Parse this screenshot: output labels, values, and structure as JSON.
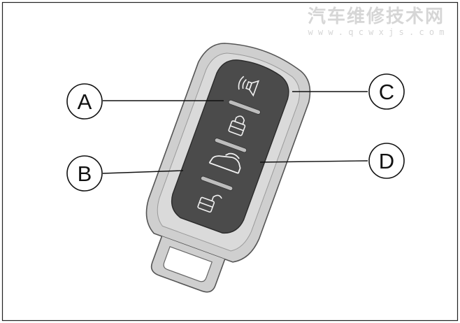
{
  "watermark": {
    "title": "汽车维修技术网",
    "subtitle": "w w w . q c w x j s . c o m"
  },
  "callouts": {
    "a": "A",
    "b": "B",
    "c": "C",
    "d": "D"
  },
  "buttons": [
    {
      "label": "",
      "icon": "horn-alarm-icon"
    },
    {
      "label": "",
      "icon": "lock-icon"
    },
    {
      "label": "",
      "icon": "trunk-icon"
    },
    {
      "label": "",
      "icon": "unlock-icon"
    }
  ],
  "colors": {
    "key_shell": "#c8c8c8",
    "key_panel": "#4a4a4a",
    "line": "#111111",
    "watermark": "#d8d8d8"
  }
}
